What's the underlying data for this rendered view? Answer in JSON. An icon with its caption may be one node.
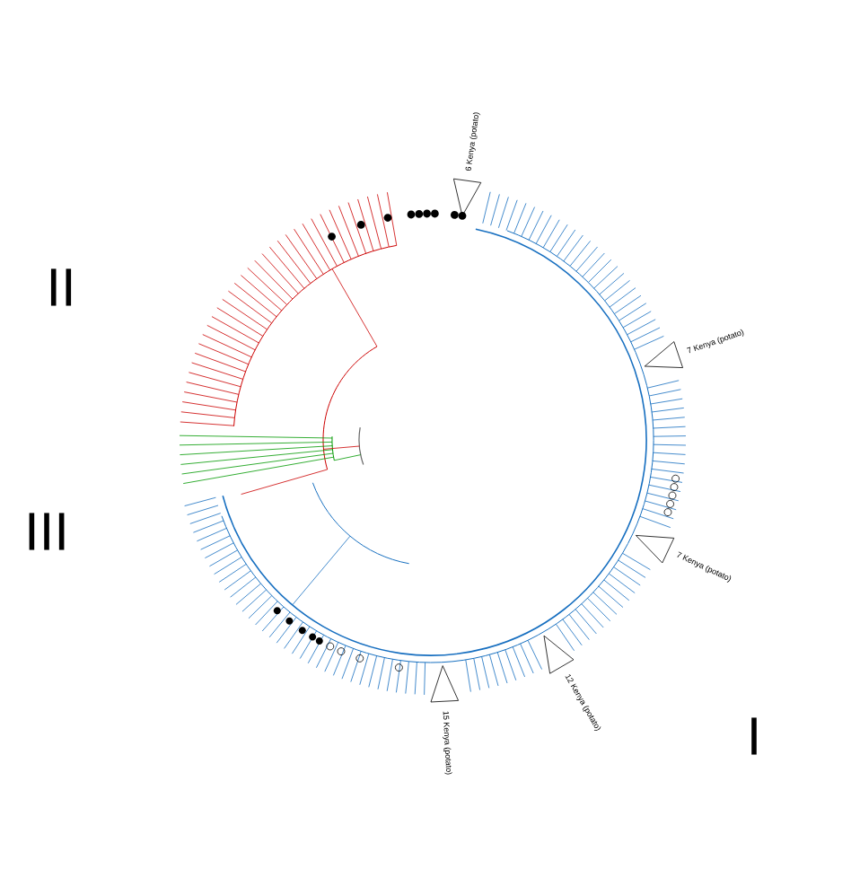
{
  "diagram": {
    "nodes": [
      {
        "text": [
          "6 Kenya (potato)"
        ]
      },
      {
        "text": [
          "7 Kenya (potato)"
        ]
      },
      {
        "text": [
          "7 Kenya (potato)"
        ]
      },
      {
        "text": [
          "12 Kenya (potato)"
        ]
      },
      {
        "text": [
          "15 Kenya (potato)"
        ]
      }
    ],
    "labels": [
      "II",
      "III",
      "I"
    ]
  }
}
